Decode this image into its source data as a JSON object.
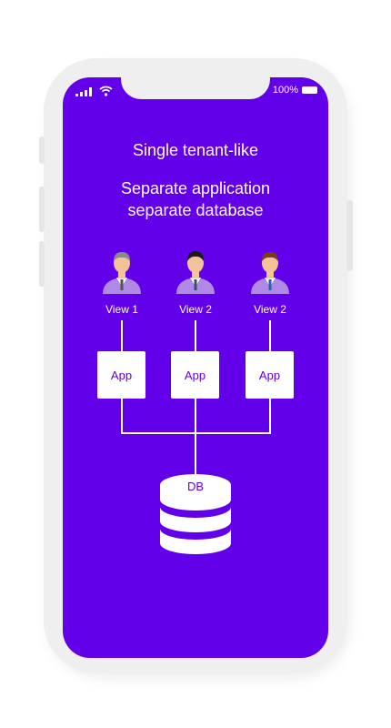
{
  "status_bar": {
    "battery_text": "100%",
    "signal_icon": "signal-bars-icon",
    "wifi_icon": "wifi-icon",
    "battery_icon": "battery-icon"
  },
  "diagram": {
    "title": "Single tenant-like",
    "subtitle_line1": "Separate application",
    "subtitle_line2": "separate database",
    "views": [
      {
        "label": "View 1",
        "hair_color": "#8a8a8a"
      },
      {
        "label": "View 2",
        "hair_color": "#1c1c1c"
      },
      {
        "label": "View 2",
        "hair_color": "#7a3b1e"
      }
    ],
    "apps": [
      {
        "label": "App"
      },
      {
        "label": "App"
      },
      {
        "label": "App"
      }
    ],
    "db_label": "DB"
  },
  "colors": {
    "screen_background": "#6200ea",
    "box_fill": "#ffffff",
    "box_text": "#6200ea",
    "avatar_suit": "#b089e6",
    "skin": "#f2c29b"
  }
}
